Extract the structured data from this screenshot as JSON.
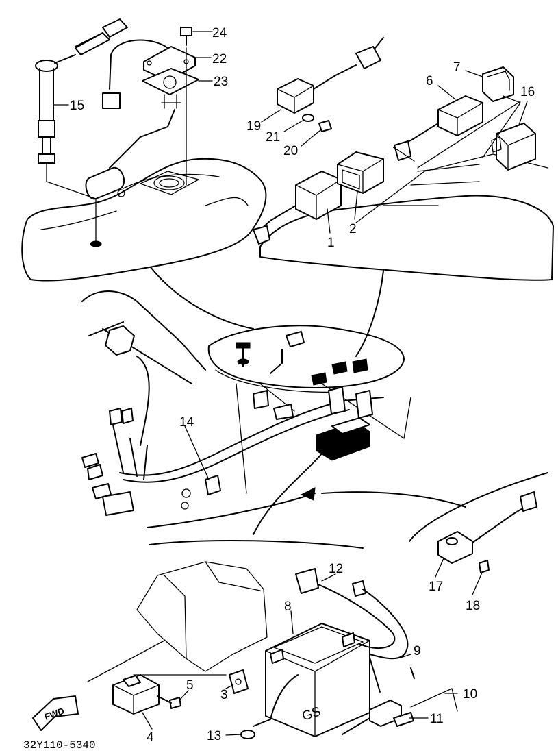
{
  "callouts": [
    {
      "id": "n1",
      "label": "1"
    },
    {
      "id": "n2",
      "label": "2"
    },
    {
      "id": "n3",
      "label": "3"
    },
    {
      "id": "n4",
      "label": "4"
    },
    {
      "id": "n5",
      "label": "5"
    },
    {
      "id": "n6",
      "label": "6"
    },
    {
      "id": "n7",
      "label": "7"
    },
    {
      "id": "n8",
      "label": "8"
    },
    {
      "id": "n9",
      "label": "9"
    },
    {
      "id": "n10",
      "label": "10"
    },
    {
      "id": "n11",
      "label": "11"
    },
    {
      "id": "n12",
      "label": "12"
    },
    {
      "id": "n13",
      "label": "13"
    },
    {
      "id": "n14",
      "label": "14"
    },
    {
      "id": "n15",
      "label": "15"
    },
    {
      "id": "n16",
      "label": "16"
    },
    {
      "id": "n17",
      "label": "17"
    },
    {
      "id": "n18",
      "label": "18"
    },
    {
      "id": "n19",
      "label": "19"
    },
    {
      "id": "n20",
      "label": "20"
    },
    {
      "id": "n21",
      "label": "21"
    },
    {
      "id": "n22",
      "label": "22"
    },
    {
      "id": "n23",
      "label": "23"
    },
    {
      "id": "n24",
      "label": "24"
    }
  ],
  "fwd_label": "FWD",
  "battery_mark": "GS",
  "drawing_code": "32Y110-5340"
}
